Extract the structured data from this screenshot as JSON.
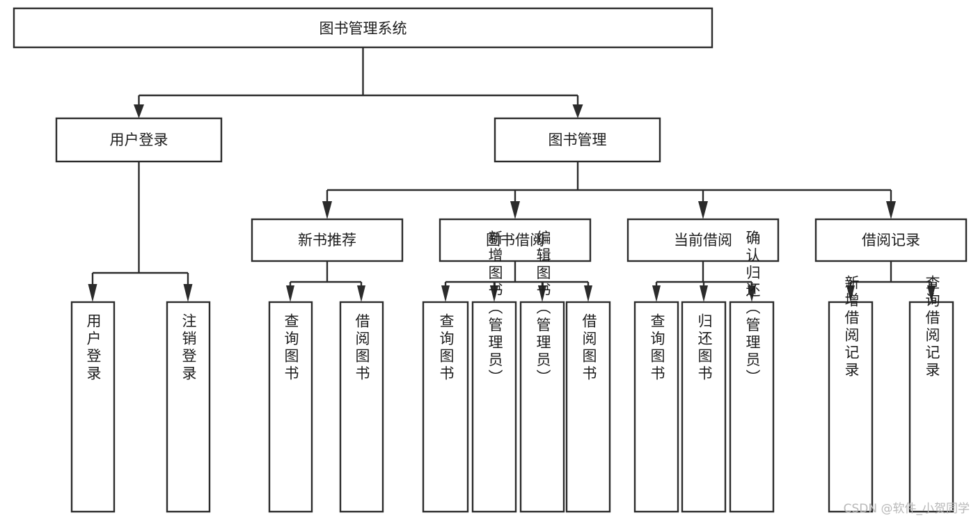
{
  "diagram": {
    "title": "图书管理系统",
    "type": "tree",
    "orientation": "top-down",
    "watermark": "CSDN @软件_小贺同学",
    "colors": {
      "box_fill": "#ffffff",
      "box_stroke": "#2b2b2b",
      "text": "#1c1c1c",
      "watermark": "#b8b8b8",
      "background": "#ffffff"
    },
    "levels": {
      "root": {
        "label": "图书管理系统"
      },
      "level2": [
        {
          "label": "用户登录"
        },
        {
          "label": "图书管理"
        }
      ],
      "level3": [
        {
          "label": "新书推荐"
        },
        {
          "label": "图书借阅"
        },
        {
          "label": "当前借阅"
        },
        {
          "label": "借阅记录"
        }
      ],
      "leaves": {
        "user_login": [
          {
            "label": "用户登录"
          },
          {
            "label": "注销登录"
          }
        ],
        "new_book": [
          {
            "label": "查询图书"
          },
          {
            "label": "借阅图书"
          }
        ],
        "book_borrow": [
          {
            "label": "查询图书"
          },
          {
            "label": "新增图书（管理员）"
          },
          {
            "label": "编辑图书（管理员）"
          },
          {
            "label": "借阅图书"
          }
        ],
        "current_borrow": [
          {
            "label": "查询图书"
          },
          {
            "label": "归还图书"
          },
          {
            "label": "确认归还（管理员）"
          }
        ],
        "borrow_record": [
          {
            "label": "新增借阅记录"
          },
          {
            "label": "查询借阅记录"
          }
        ]
      }
    }
  }
}
